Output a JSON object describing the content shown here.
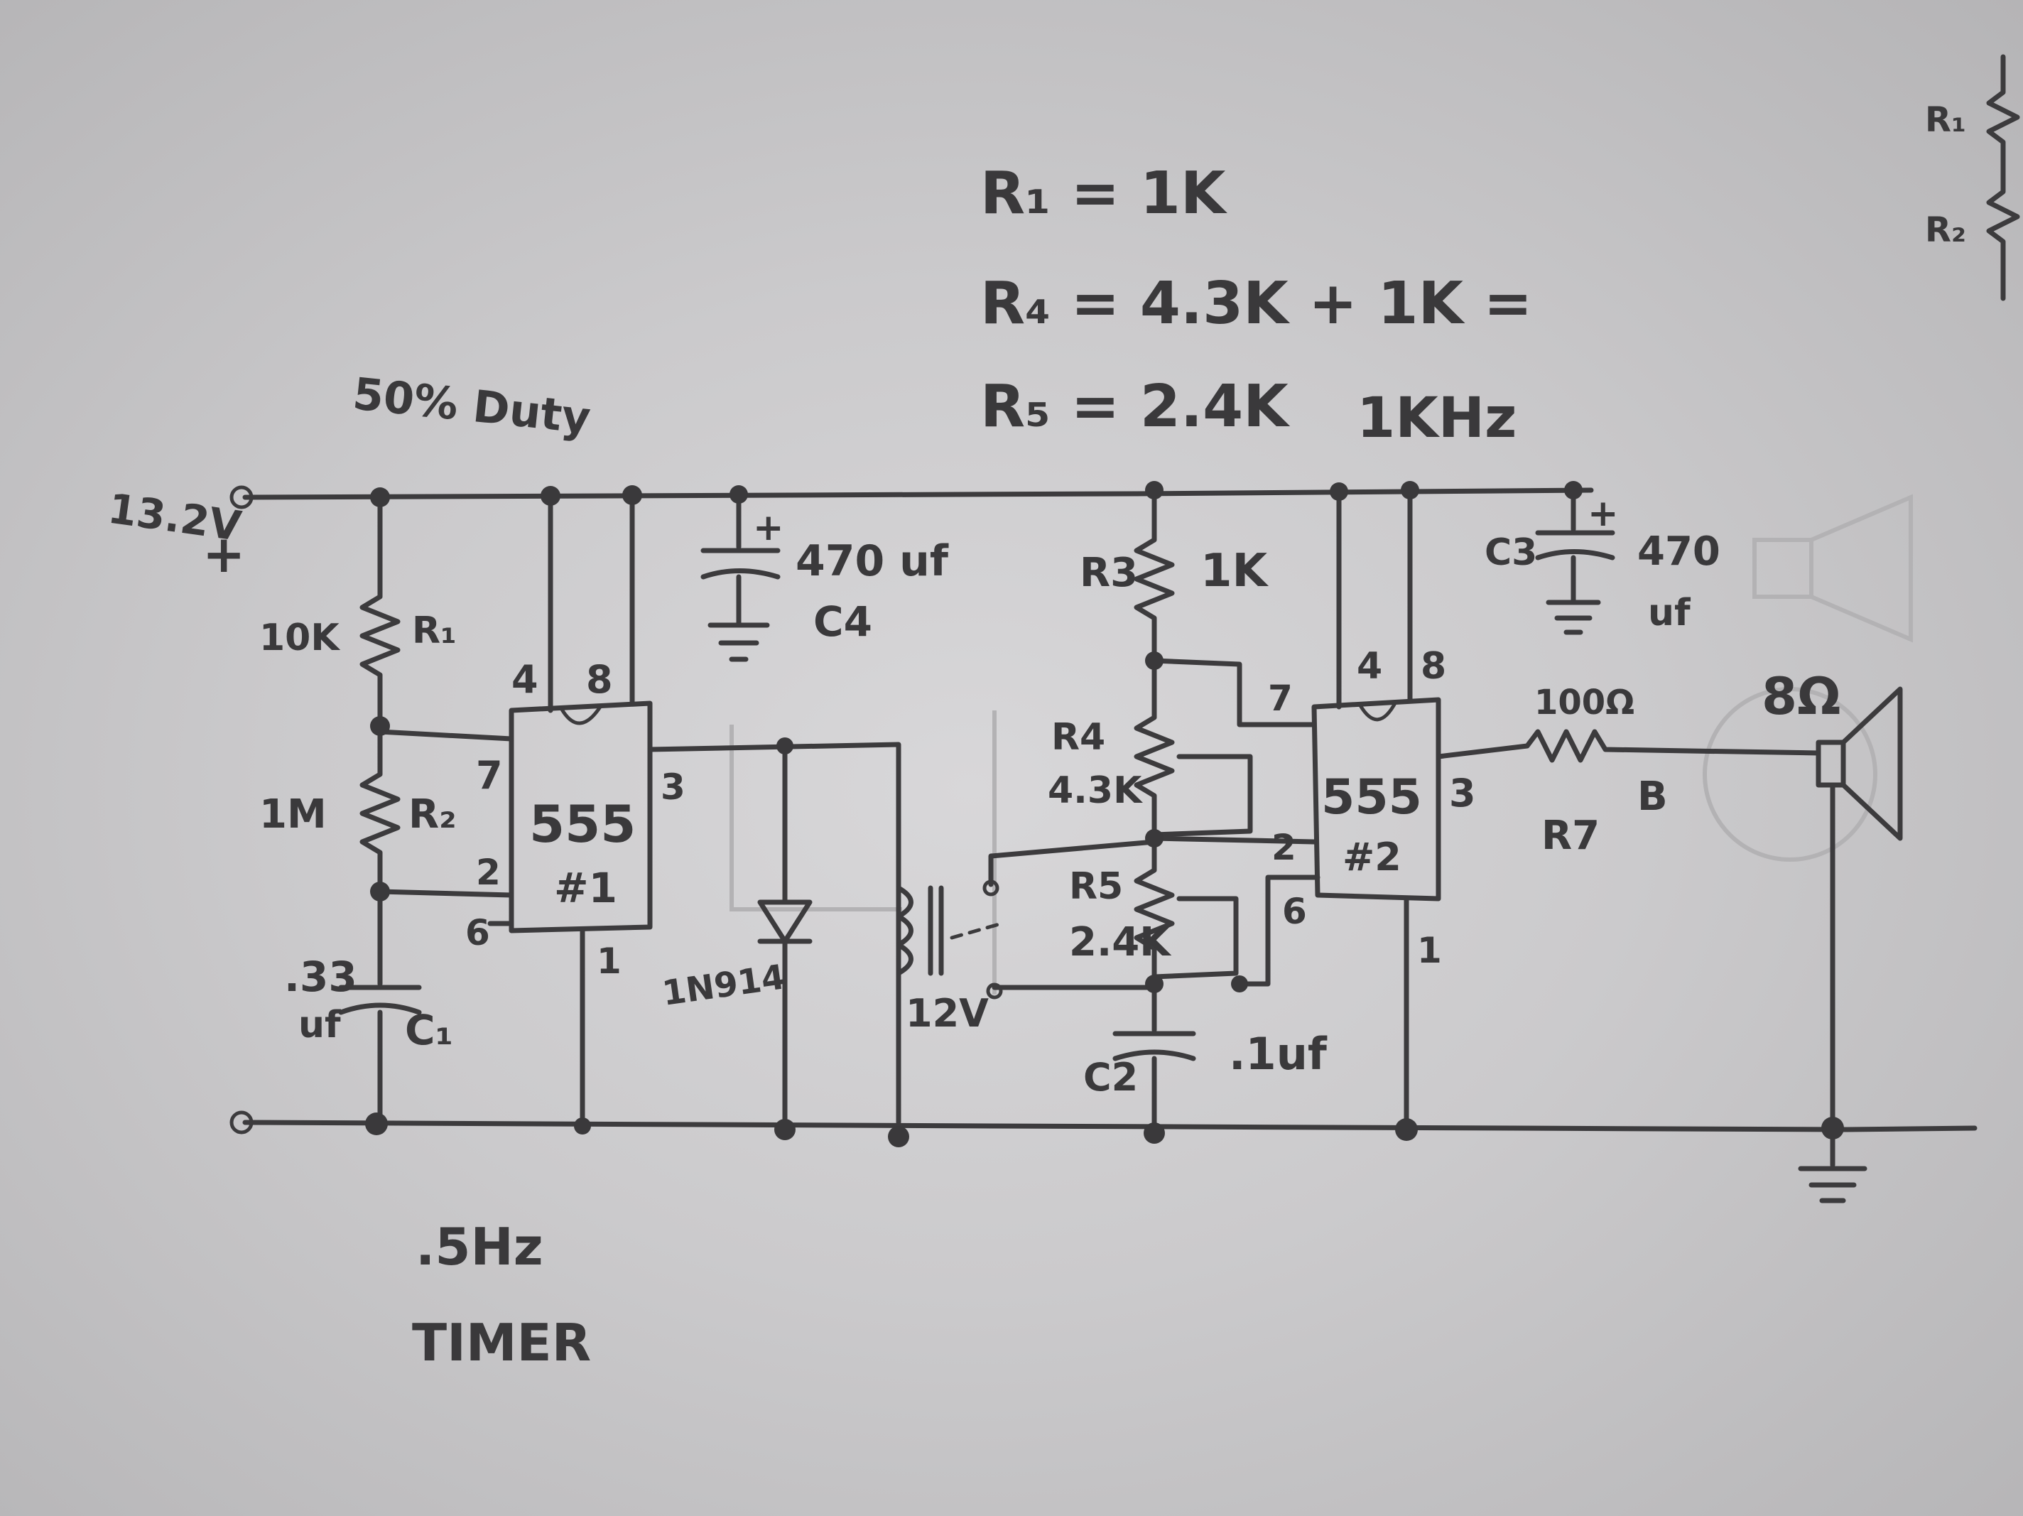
{
  "equations": {
    "r1": "R₁ = 1K",
    "r4": "R₄ = 4.3K + 1K =",
    "r5": "R₅ = 2.4K",
    "freq": "1KHz"
  },
  "timer1": {
    "supply": "13.2V",
    "plus": "+",
    "duty": "50% Duty",
    "r1_value": "10K",
    "r1_name": "R₁",
    "r2_value": "1M",
    "r2_name": "R₂",
    "c1_value_a": ".33",
    "c1_value_b": "uf",
    "c1_name": "C₁",
    "chip_label": "555",
    "chip_number": "#1",
    "pin4": "4",
    "pin8": "8",
    "pin7": "7",
    "pin2": "2",
    "pin6": "6",
    "pin3": "3",
    "pin1": "1",
    "freq": ".5Hz",
    "title": "TIMER"
  },
  "middle": {
    "c4_value": "470 uf",
    "c4_name": "C4",
    "c4_plus": "+",
    "diode": "1N914",
    "relay": "12V"
  },
  "timer2": {
    "r3_name": "R3",
    "r3_value": "1K",
    "r4_name": "R4",
    "r4_value": "4.3K",
    "r5_name": "R5",
    "r5_value": "2.4K",
    "c2_name": "C2",
    "c2_value": ".1uf",
    "chip_label": "555",
    "chip_number": "#2",
    "pin4": "4",
    "pin8": "8",
    "pin7": "7",
    "pin2": "2",
    "pin6": "6",
    "pin3": "3",
    "pin1": "1",
    "c3_name": "C3",
    "c3_value_a": "470",
    "c3_value_b": "uf",
    "c3_plus": "+",
    "r7_value": "100Ω",
    "r7_name": "R7",
    "node_b": "B",
    "speaker": "8Ω"
  },
  "corner": {
    "r1": "R₁",
    "r2": "R₂"
  }
}
